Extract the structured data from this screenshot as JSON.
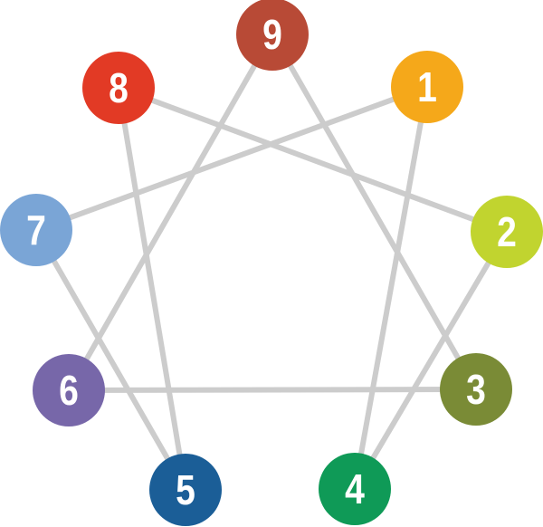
{
  "nodes": [
    {
      "label": "9",
      "color": "#b84a36"
    },
    {
      "label": "1",
      "color": "#f5a81a"
    },
    {
      "label": "2",
      "color": "#c1d42f"
    },
    {
      "label": "3",
      "color": "#7a8b36"
    },
    {
      "label": "4",
      "color": "#0f9a57"
    },
    {
      "label": "5",
      "color": "#1b5e97"
    },
    {
      "label": "6",
      "color": "#7767a9"
    },
    {
      "label": "7",
      "color": "#7aa5d6"
    },
    {
      "label": "8",
      "color": "#e23a25"
    }
  ],
  "edges": [
    [
      "9",
      "6"
    ],
    [
      "9",
      "3"
    ],
    [
      "8",
      "2"
    ],
    [
      "8",
      "5"
    ],
    [
      "1",
      "7"
    ],
    [
      "1",
      "4"
    ],
    [
      "7",
      "5"
    ],
    [
      "2",
      "4"
    ],
    [
      "6",
      "3"
    ]
  ],
  "line_color": "#cccccc"
}
